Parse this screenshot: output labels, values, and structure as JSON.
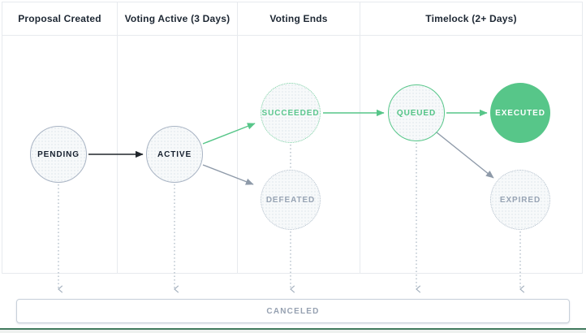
{
  "header": {
    "columns": [
      "Proposal Created",
      "Voting Active (3 Days)",
      "Voting Ends",
      "Timelock (2+ Days)"
    ]
  },
  "states": {
    "pending": "PENDING",
    "active": "ACTIVE",
    "succeeded": "SUCCEEDED",
    "defeated": "DEFEATED",
    "queued": "QUEUED",
    "executed": "EXECUTED",
    "expired": "EXPIRED",
    "canceled": "CANCELED"
  },
  "colors": {
    "success_green": "#57c689",
    "dotted_green": "#79d2a2",
    "muted_gray": "#98a4b4",
    "node_border_gray": "#a9b4c4",
    "dark_text": "#16202e",
    "arrow_gray": "#8e9aa9",
    "arrow_black": "#21262c",
    "divider": "#e7eaee",
    "bottom_bar_green": "#417a5e"
  }
}
